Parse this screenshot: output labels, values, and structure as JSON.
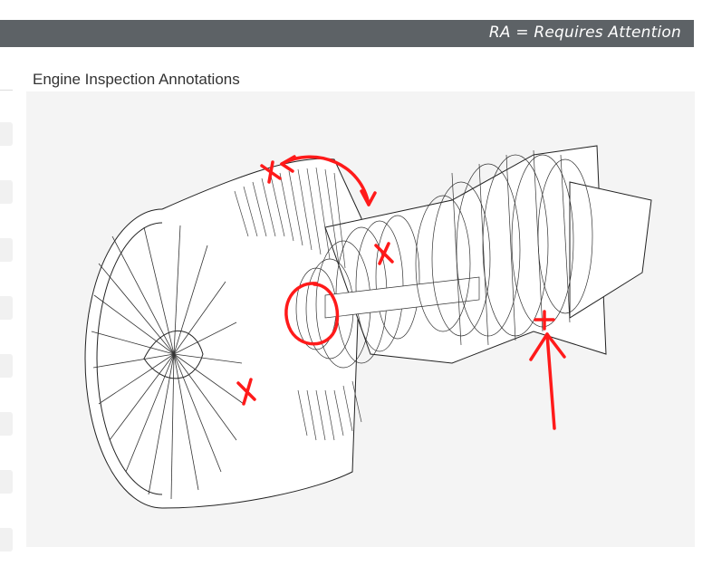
{
  "header": {
    "legend_text": "RA = Requires Attention",
    "background_color": "#5d6266"
  },
  "sidebar": {
    "row_count": 8
  },
  "panel": {
    "title": "Engine Inspection Annotations",
    "image_subject": "turbofan-engine-cutaway",
    "annotation_color": "#ff1a1a",
    "annotations": [
      {
        "kind": "x-mark",
        "location": "fan-case-top"
      },
      {
        "kind": "curved-arrow",
        "location": "fan-to-compressor"
      },
      {
        "kind": "x-mark",
        "location": "compressor-stage"
      },
      {
        "kind": "circle",
        "location": "fan-hub"
      },
      {
        "kind": "x-mark",
        "location": "fan-lower"
      },
      {
        "kind": "x-mark",
        "location": "turbine-rear"
      },
      {
        "kind": "straight-arrow",
        "location": "turbine-rear"
      }
    ]
  }
}
